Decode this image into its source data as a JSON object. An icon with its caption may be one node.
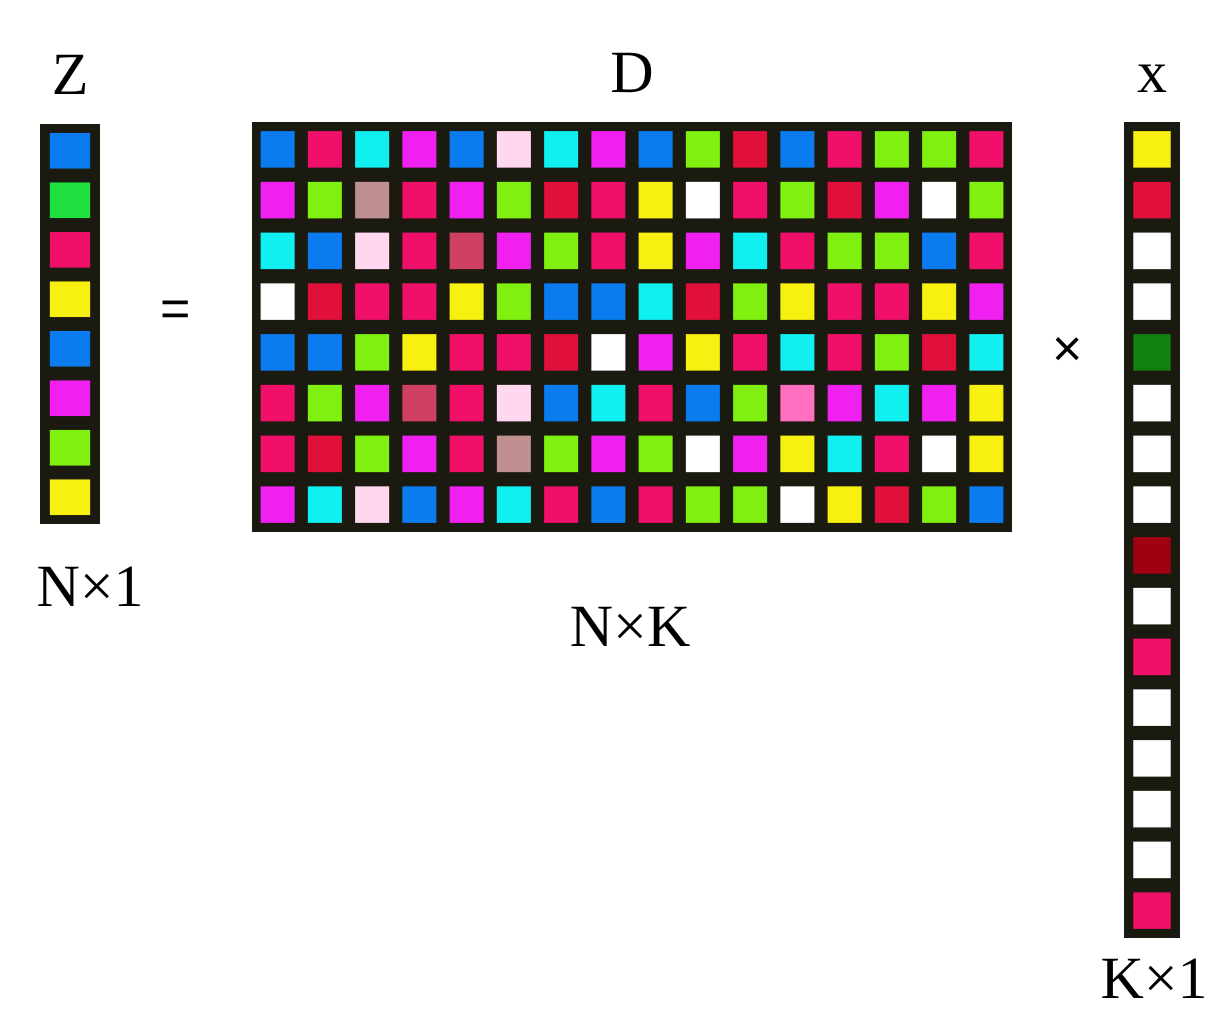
{
  "diagram": {
    "nodes": [
      {
        "text": [
          "Z"
        ],
        "beside": [
          "N×1"
        ]
      },
      {
        "text": [
          "D"
        ],
        "beside": [
          "N×K"
        ]
      },
      {
        "text": [
          "x"
        ],
        "beside": [
          "K×1"
        ]
      }
    ],
    "labels": [
      "=",
      "×"
    ]
  }
}
